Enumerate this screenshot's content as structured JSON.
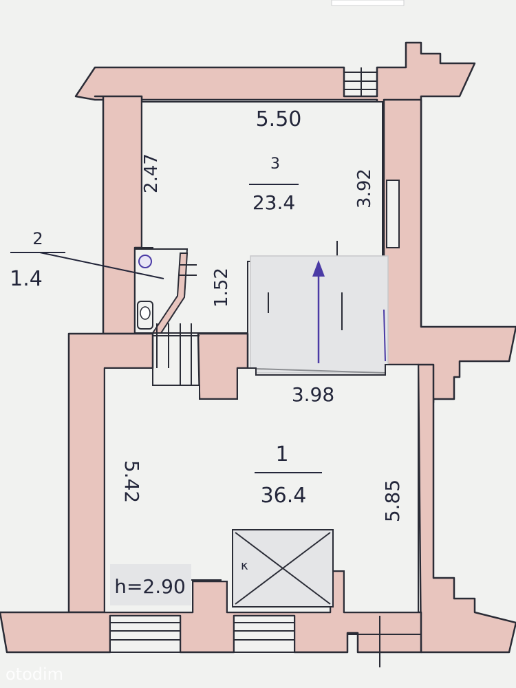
{
  "rooms": [
    {
      "number": "1",
      "area": "36.4"
    },
    {
      "number": "2",
      "area": "1.4"
    },
    {
      "number": "3",
      "area": "23.4"
    }
  ],
  "dimensions": {
    "room3_width": "5.50",
    "room3_left": "2.47",
    "room3_right": "3.92",
    "corridor": "1.52",
    "room1_width": "3.98",
    "room1_left": "5.42",
    "room1_right": "5.85"
  },
  "ceiling_height": "h=2.90",
  "watermark": "otodim",
  "colors": {
    "wall_fill": "#e8c5be",
    "line": "#2a2c36",
    "paper": "#f1f2f0",
    "patch": "#e4e5e7",
    "arrow": "#4a3aa5"
  }
}
